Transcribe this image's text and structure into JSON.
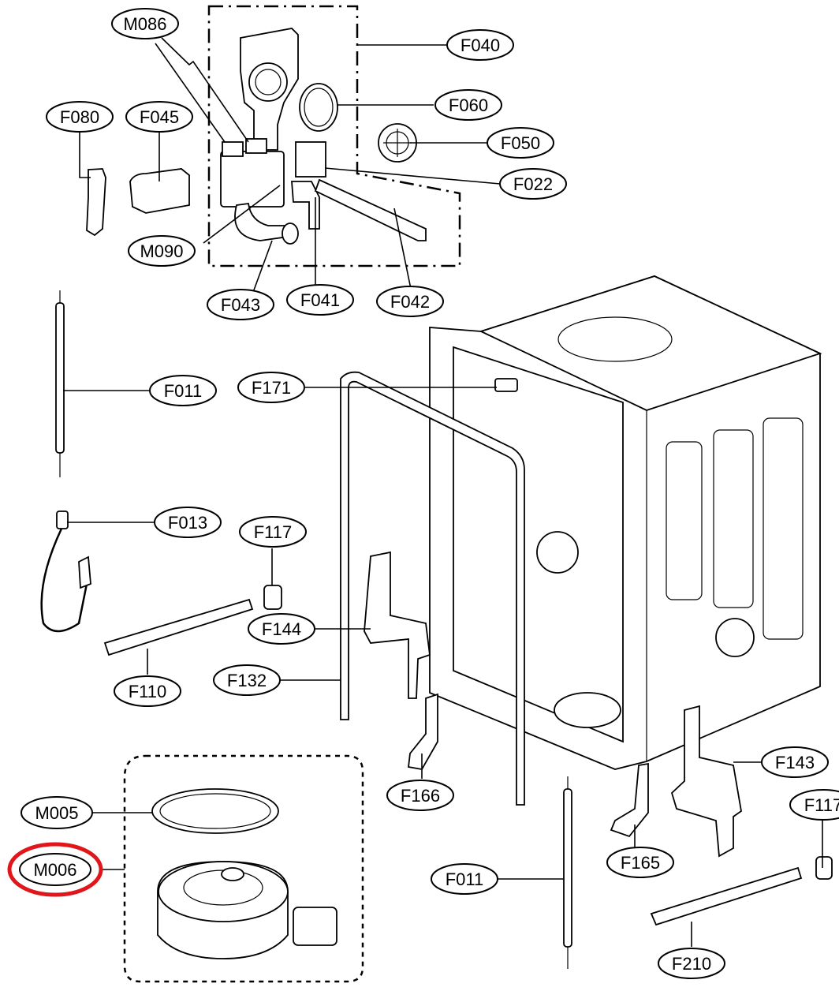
{
  "diagram": {
    "callouts": [
      {
        "id": "M086",
        "text": "M086"
      },
      {
        "id": "F040",
        "text": "F040"
      },
      {
        "id": "F060",
        "text": "F060"
      },
      {
        "id": "F080",
        "text": "F080"
      },
      {
        "id": "F045",
        "text": "F045"
      },
      {
        "id": "F050",
        "text": "F050"
      },
      {
        "id": "F022",
        "text": "F022"
      },
      {
        "id": "M090",
        "text": "M090"
      },
      {
        "id": "F043",
        "text": "F043"
      },
      {
        "id": "F041",
        "text": "F041"
      },
      {
        "id": "F042",
        "text": "F042"
      },
      {
        "id": "F011a",
        "text": "F011"
      },
      {
        "id": "F171",
        "text": "F171"
      },
      {
        "id": "F013",
        "text": "F013"
      },
      {
        "id": "F117a",
        "text": "F117"
      },
      {
        "id": "F144",
        "text": "F144"
      },
      {
        "id": "F132",
        "text": "F132"
      },
      {
        "id": "F110",
        "text": "F110"
      },
      {
        "id": "F166",
        "text": "F166"
      },
      {
        "id": "F143",
        "text": "F143"
      },
      {
        "id": "F117b",
        "text": "F117"
      },
      {
        "id": "M005",
        "text": "M005"
      },
      {
        "id": "M006",
        "text": "M006"
      },
      {
        "id": "F011b",
        "text": "F011"
      },
      {
        "id": "F165",
        "text": "F165"
      },
      {
        "id": "F210",
        "text": "F210"
      }
    ],
    "highlight": {
      "target": "M006",
      "color": "#e0161b"
    }
  }
}
